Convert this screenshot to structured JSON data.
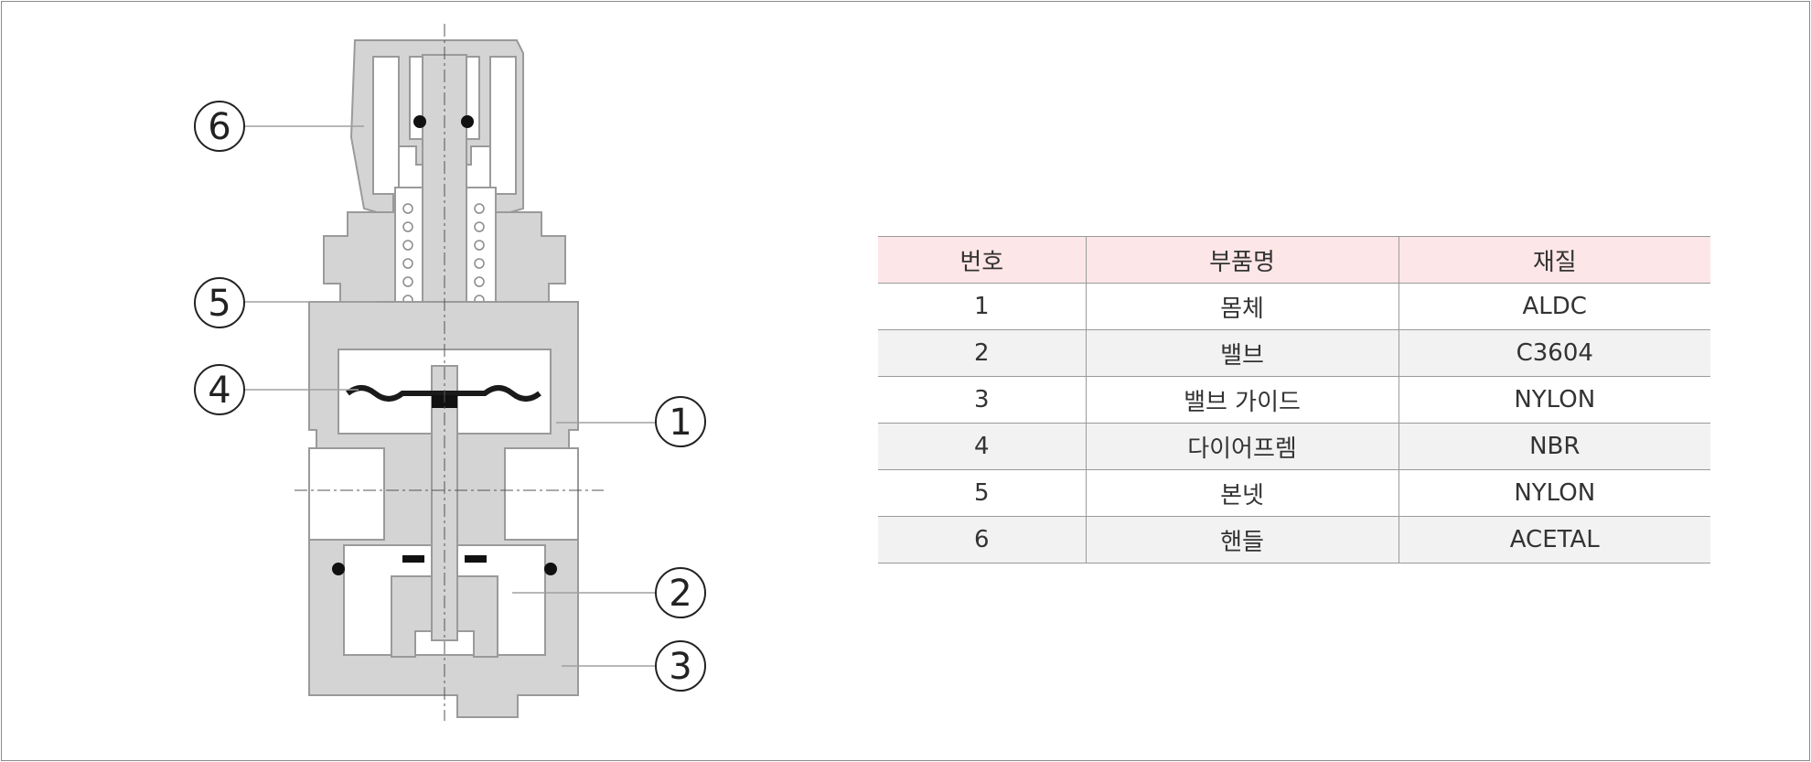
{
  "callouts": [
    "1",
    "2",
    "3",
    "4",
    "5",
    "6"
  ],
  "table": {
    "headers": [
      "번호",
      "부품명",
      "재질"
    ],
    "rows": [
      [
        "1",
        "몸체",
        "ALDC"
      ],
      [
        "2",
        "밸브",
        "C3604"
      ],
      [
        "3",
        "밸브 가이드",
        "NYLON"
      ],
      [
        "4",
        "다이어프렘",
        "NBR"
      ],
      [
        "5",
        "본넷",
        "NYLON"
      ],
      [
        "6",
        "핸들",
        "ACETAL"
      ]
    ]
  },
  "colors": {
    "part_fill": "#d4d4d4",
    "part_edge": "#9a9a9a",
    "header_bg": "#fde6e8",
    "stripe_bg": "#f1f2f1",
    "leader_line": "#a0a0a0"
  }
}
